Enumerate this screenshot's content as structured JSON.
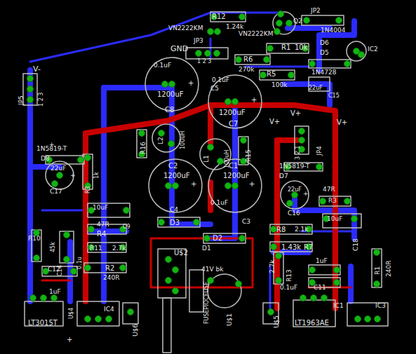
{
  "diagram": {
    "labels": [
      "R12",
      "1.24k",
      "VN2222KM",
      "VN2222KM",
      "Q2",
      "JP2",
      "1N4004",
      "D6",
      "IC2",
      "D5",
      "R1",
      "10k",
      "GND",
      "JP3",
      "1 2 3",
      "R6",
      "270k",
      "R5",
      "100k",
      "1N4728",
      "22uF",
      "C15",
      "V-",
      "JP5",
      "1 2 3",
      "0.1uF",
      "1200uF",
      "C8",
      "C5",
      "0.1uF",
      "1200uF",
      "C7",
      "V+",
      "V+",
      "V+",
      "JP4",
      "3 2 1",
      "1N5819-T",
      "D8",
      "22uF",
      "C17",
      "R3",
      "1k",
      "R16",
      "L2",
      "100uH",
      "L1",
      "100uH",
      "R15",
      "1N5819-T",
      "D7",
      "22uF",
      "C16",
      "47R",
      "R3",
      "C2",
      "1200uF",
      "C4",
      "C1",
      "1200uF",
      "0.1uF",
      "C3",
      "10uF",
      "C9",
      "47R",
      "R4",
      "R11",
      "2.7k",
      "R10",
      "45k",
      "C14",
      "0.1u",
      "C12",
      "1uF",
      "R2",
      "240R",
      "U$4",
      "D3",
      "D2",
      "D1",
      "41V bk",
      "U$2",
      "FUSEPIOCFUSE",
      "U$1",
      "U$5",
      "U$6",
      "R8",
      "2.1k",
      "10uF",
      "C18",
      "1.43k",
      "R7",
      "R13",
      "2.7k",
      "0.1uF",
      "1uF",
      "C11",
      "R1",
      "240R",
      "IC1",
      "IC3",
      "LT1963AE",
      "IC4",
      "LT3015T",
      "+",
      "+",
      "+",
      "+",
      "+",
      "+",
      "+",
      "+"
    ]
  }
}
